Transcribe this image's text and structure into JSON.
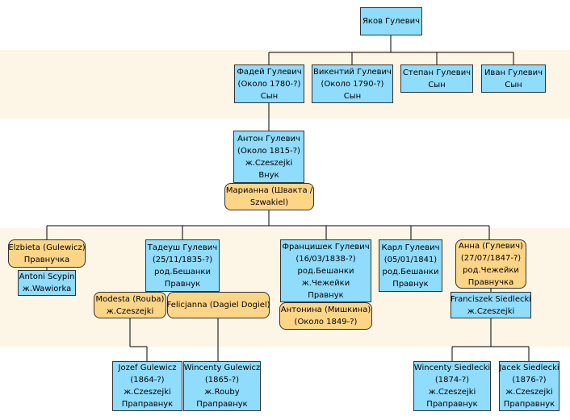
{
  "nodes": {
    "yakov": [
      "Яков Гулевич"
    ],
    "fadey": [
      "Фадей Гулевич",
      "(Около 1780-?)",
      "Сын"
    ],
    "vikentiy": [
      "Викентий Гулевич",
      "(Около 1790-?)",
      "Сын"
    ],
    "stepan": [
      "Степан Гулевич",
      "Сын"
    ],
    "ivan": [
      "Иван Гулевич",
      "Сын"
    ],
    "anton": [
      "Антон Гулевич",
      "(Около 1815-?)",
      "ж.Czeszejki",
      "Внук"
    ],
    "marianna": [
      "Марианна (Швакта /",
      "Szwakiel)"
    ],
    "elzbieta": [
      "Elzbieta (Gulewicz)",
      "Правнучка"
    ],
    "antoni": [
      "Antoni Scypin",
      "ж.Wawiorka"
    ],
    "tadeush": [
      "Тадеуш Гулевич",
      "(25/11/1835-?)",
      "род.Бешанки",
      "Правнук"
    ],
    "modesta": [
      "Modesta (Rouba)",
      "ж.Czeszejki"
    ],
    "felicjanna": [
      "Felicjanna (Dagiel Dogiel)"
    ],
    "frantsishek": [
      "Францишек Гулевич",
      "(16/03/1838-?)",
      "род.Бешанки",
      "ж.Чежейки",
      "Правнук"
    ],
    "antonina": [
      "Антонина (Мишкина)",
      "(Около 1849-?)"
    ],
    "karl": [
      "Карл Гулевич",
      "(05/01/1841)",
      "род.Бешанки",
      "Правнук"
    ],
    "anna": [
      "Анна (Гулевич)",
      "(27/07/1847-?)",
      "род.Чежейки",
      "Правнучка"
    ],
    "franciszek": [
      "Franciszek Siedlecki",
      "ж.Czeszejki"
    ],
    "jozef": [
      "Jozef Gulewicz",
      "(1864-?)",
      "ж.Czeszejki",
      "Праправнук"
    ],
    "wincenty_g": [
      "Wincenty Gulewicz",
      "(1865-?)",
      "ж.Rouby",
      "Праправнук"
    ],
    "wincenty_s": [
      "Wincenty Siedlecki",
      "(1874-?)",
      "ж.Czeszejki",
      "Праправнук"
    ],
    "jacek": [
      "Jacek Siedlecki",
      "(1876-?)",
      "ж.Czeszejki",
      "Праправнук"
    ]
  }
}
